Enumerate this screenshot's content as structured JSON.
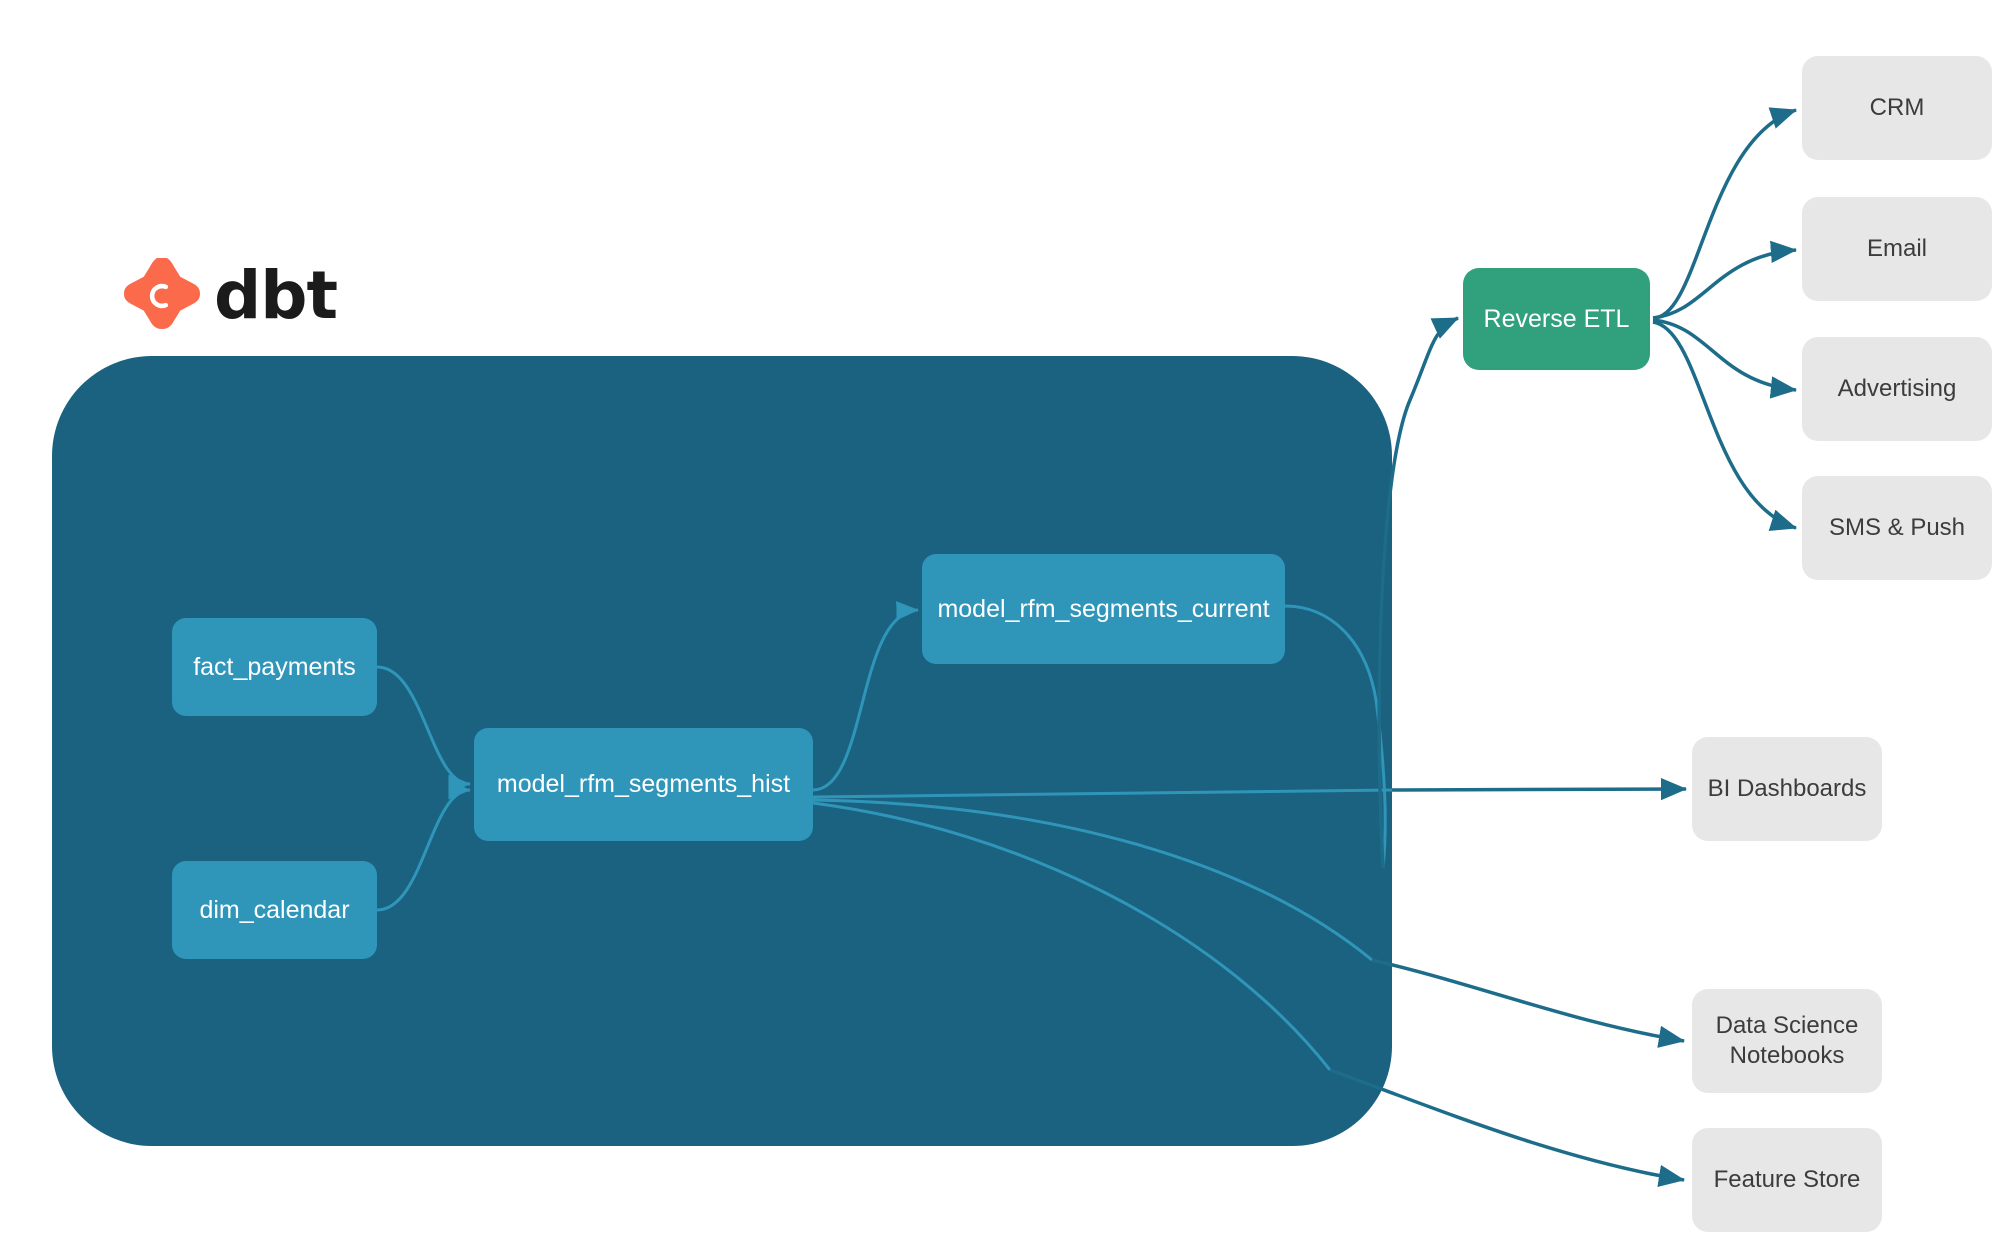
{
  "brand": {
    "logo_icon": "dbt-logo-icon",
    "wordmark": "dbt",
    "logo_color": "#FB6A4B",
    "wordmark_color": "#1B1B1B"
  },
  "colors": {
    "warehouse_container": "#1B6180",
    "model_node": "#2F96BA",
    "tool_node": "#30A07D",
    "destination_node": "#E7E7E7",
    "edge_outer": "#1D6C8A",
    "edge_inner": "#2F96BA",
    "background": "#FFFFFF"
  },
  "warehouse": {
    "name": "dbt-warehouse-container",
    "models": [
      {
        "id": "fact_payments",
        "label": "fact_payments"
      },
      {
        "id": "dim_calendar",
        "label": "dim_calendar"
      },
      {
        "id": "model_rfm_segments_hist",
        "label": "model_rfm_segments_hist"
      },
      {
        "id": "model_rfm_segments_current",
        "label": "model_rfm_segments_current"
      }
    ]
  },
  "tools": [
    {
      "id": "reverse_etl",
      "label": "Reverse ETL"
    }
  ],
  "destinations": [
    {
      "id": "crm",
      "label": "CRM"
    },
    {
      "id": "email",
      "label": "Email"
    },
    {
      "id": "advertising",
      "label": "Advertising"
    },
    {
      "id": "sms_push",
      "label": "SMS & Push"
    },
    {
      "id": "bi_dashboards",
      "label": "BI Dashboards"
    },
    {
      "id": "ds_notebooks_line1",
      "label": "Data Science"
    },
    {
      "id": "ds_notebooks_line2",
      "label": "Notebooks"
    },
    {
      "id": "feature_store",
      "label": "Feature Store"
    }
  ],
  "chart_data": {
    "type": "diagram",
    "title": "",
    "nodes": [
      {
        "id": "fact_payments",
        "label": "fact_payments",
        "group": "warehouse",
        "kind": "model"
      },
      {
        "id": "dim_calendar",
        "label": "dim_calendar",
        "group": "warehouse",
        "kind": "model"
      },
      {
        "id": "model_rfm_segments_hist",
        "label": "model_rfm_segments_hist",
        "group": "warehouse",
        "kind": "model"
      },
      {
        "id": "model_rfm_segments_current",
        "label": "model_rfm_segments_current",
        "group": "warehouse",
        "kind": "model"
      },
      {
        "id": "reverse_etl",
        "label": "Reverse ETL",
        "group": "activation",
        "kind": "tool"
      },
      {
        "id": "crm",
        "label": "CRM",
        "group": "destination",
        "kind": "destination"
      },
      {
        "id": "email",
        "label": "Email",
        "group": "destination",
        "kind": "destination"
      },
      {
        "id": "advertising",
        "label": "Advertising",
        "group": "destination",
        "kind": "destination"
      },
      {
        "id": "sms_push",
        "label": "SMS & Push",
        "group": "destination",
        "kind": "destination"
      },
      {
        "id": "bi_dashboards",
        "label": "BI Dashboards",
        "group": "destination",
        "kind": "destination"
      },
      {
        "id": "ds_notebooks",
        "label": "Data Science Notebooks",
        "group": "destination",
        "kind": "destination"
      },
      {
        "id": "feature_store",
        "label": "Feature Store",
        "group": "destination",
        "kind": "destination"
      }
    ],
    "edges": [
      {
        "from": "fact_payments",
        "to": "model_rfm_segments_hist"
      },
      {
        "from": "dim_calendar",
        "to": "model_rfm_segments_hist"
      },
      {
        "from": "model_rfm_segments_hist",
        "to": "model_rfm_segments_current"
      },
      {
        "from": "model_rfm_segments_current",
        "to": "reverse_etl"
      },
      {
        "from": "reverse_etl",
        "to": "crm"
      },
      {
        "from": "reverse_etl",
        "to": "email"
      },
      {
        "from": "reverse_etl",
        "to": "advertising"
      },
      {
        "from": "reverse_etl",
        "to": "sms_push"
      },
      {
        "from": "model_rfm_segments_hist",
        "to": "bi_dashboards"
      },
      {
        "from": "model_rfm_segments_hist",
        "to": "ds_notebooks"
      },
      {
        "from": "model_rfm_segments_hist",
        "to": "feature_store"
      }
    ]
  }
}
